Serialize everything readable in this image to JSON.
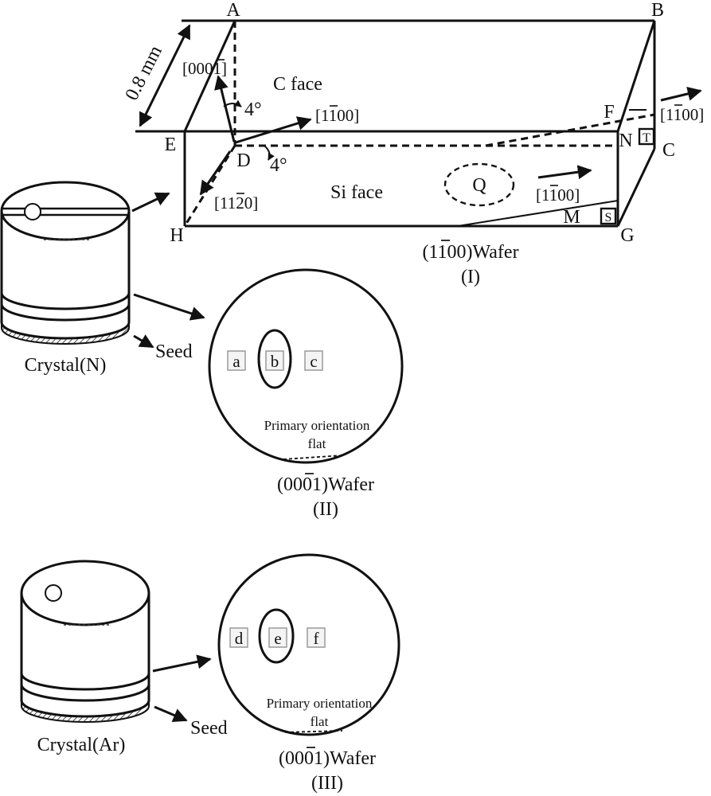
{
  "prism": {
    "vertices": {
      "A": "A",
      "B": "B",
      "C": "C",
      "D": "D",
      "E": "E",
      "F": "F",
      "G": "G",
      "H": "H",
      "M": "M",
      "N": "N"
    },
    "thickness": "0.8 mm",
    "dir_c_axis": "[000",
    "dir_c_axis_digit": "1",
    "dir_c_axis_close": "]",
    "c_face": "C face",
    "angle_top": "4°",
    "angle_bottom": "4°",
    "si_face": "Si face",
    "region_q": "Q",
    "sample_s": "S",
    "sample_t": "T",
    "dir_1100": {
      "pre": "[1",
      "bar": "1",
      "post": "00]"
    },
    "dir_1120": {
      "pre": "[11",
      "bar": "2",
      "post": "0]"
    },
    "wafer_label": {
      "pre": "(1",
      "bar": "1",
      "post": "00)Wafer"
    },
    "roman": "(I)"
  },
  "crystal_n": {
    "label": "Crystal(N)",
    "seed": "Seed"
  },
  "wafer_ii": {
    "samples": [
      "a",
      "b",
      "c"
    ],
    "flat_line1": "Primary orientation",
    "flat_line2": "flat",
    "label": {
      "pre": "(000",
      "bar": "1",
      "post": ")Wafer"
    },
    "roman": "(II)"
  },
  "crystal_ar": {
    "label": "Crystal(Ar)",
    "seed": "Seed"
  },
  "wafer_iii": {
    "samples": [
      "d",
      "e",
      "f"
    ],
    "flat_line1": "Primary orientation",
    "flat_line2": "flat",
    "label": {
      "pre": "(000",
      "bar": "1",
      "post": ")Wafer"
    },
    "roman": "(III)"
  }
}
